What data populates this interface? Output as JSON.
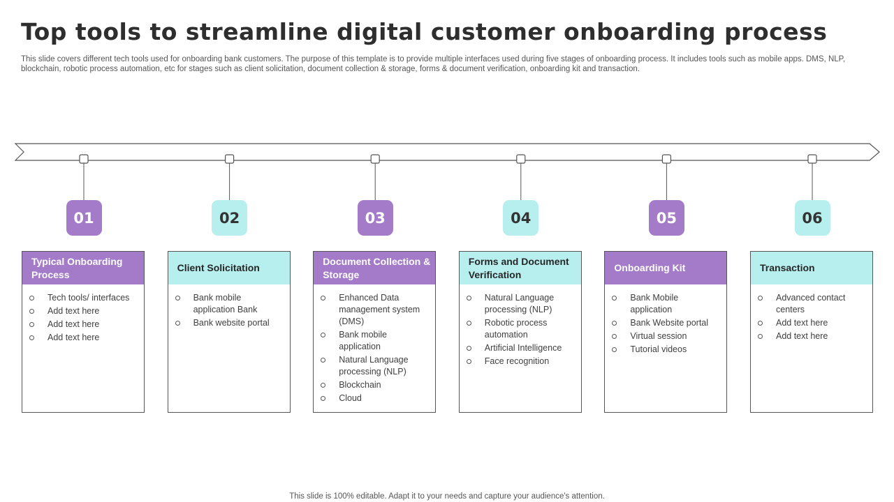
{
  "title": "Top tools to streamline digital customer onboarding process",
  "subtitle": "This slide covers different tech tools used for onboarding bank customers. The purpose of this template is to provide multiple interfaces used during five stages of onboarding process. It includes tools such as mobile apps. DMS, NLP, blockchain, robotic process automation, etc for stages such as client solicitation, document collection & storage, forms & document verification, onboarding kit and transaction.",
  "colors": {
    "purple": "#a37bc9",
    "teal": "#b7efef",
    "line": "#555555"
  },
  "stages": [
    {
      "number": "01",
      "color": "purple",
      "heading": "Typical Onboarding Process",
      "items": [
        "Tech tools/ interfaces",
        "Add text here",
        "Add text here",
        "Add text here"
      ]
    },
    {
      "number": "02",
      "color": "teal",
      "heading": "Client Solicitation",
      "items": [
        "Bank mobile application Bank",
        "Bank website portal"
      ]
    },
    {
      "number": "03",
      "color": "purple",
      "heading": "Document Collection & Storage",
      "items": [
        "Enhanced Data management system (DMS)",
        "Bank mobile application",
        "Natural Language processing (NLP)",
        "Blockchain",
        "Cloud"
      ]
    },
    {
      "number": "04",
      "color": "teal",
      "heading": "Forms and Document Verification",
      "items": [
        "Natural Language processing (NLP)",
        "Robotic process automation",
        "Artificial Intelligence",
        "Face recognition"
      ]
    },
    {
      "number": "05",
      "color": "purple",
      "heading": "Onboarding Kit",
      "items": [
        "Bank Mobile application",
        "Bank Website portal",
        "Virtual session",
        "Tutorial videos"
      ]
    },
    {
      "number": "06",
      "color": "teal",
      "heading": "Transaction",
      "items": [
        "Advanced contact centers",
        "Add text here",
        "Add text here"
      ]
    }
  ],
  "footer": "This slide is 100% editable. Adapt it to your needs and capture your audience's attention."
}
